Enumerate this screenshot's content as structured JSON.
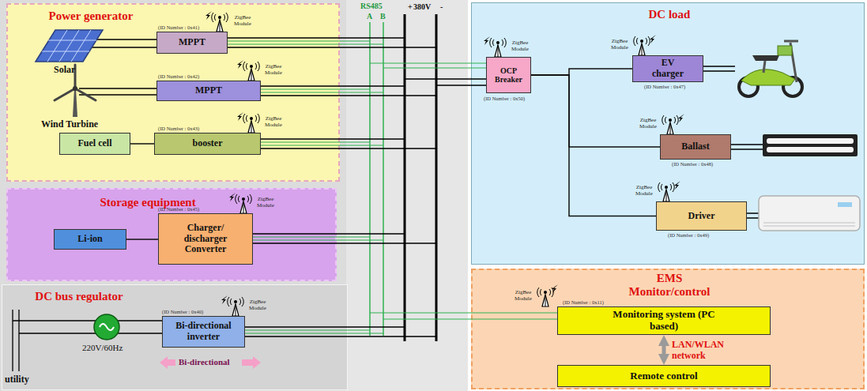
{
  "diagram": {
    "nodes": [
      {
        "text": [
          "Power generator"
        ]
      },
      {
        "text": [
          "MPPT"
        ],
        "in": 0
      },
      {
        "text": [
          "MPPT"
        ],
        "in": 0
      },
      {
        "text": [
          "Fuel cell"
        ],
        "in": 0
      },
      {
        "text": [
          "booster"
        ],
        "in": 0
      },
      {
        "text": [
          "Storage equipment"
        ]
      },
      {
        "text": [
          "Li-ion"
        ],
        "in": 5
      },
      {
        "text": [
          "Charger/ discharger Converter"
        ],
        "in": 5
      },
      {
        "text": [
          "DC bus regulator"
        ]
      },
      {
        "text": [
          "Bi-directional inverter"
        ],
        "in": 8
      },
      {
        "text": [
          "DC load"
        ]
      },
      {
        "text": [
          "OCP Breaker"
        ],
        "in": 10
      },
      {
        "text": [
          "EV charger"
        ],
        "in": 10
      },
      {
        "text": [
          "Ballast"
        ],
        "in": 10
      },
      {
        "text": [
          "Driver"
        ],
        "in": 10
      },
      {
        "text": [
          "EMS Monitor/control"
        ]
      },
      {
        "text": [
          "Monitoring system (PC based)"
        ],
        "in": 15
      },
      {
        "text": [
          "Remote control"
        ],
        "in": 15
      }
    ],
    "edges": [
      {
        "from": 3,
        "to": 4,
        "arrow": "none"
      },
      {
        "from": 6,
        "to": 7,
        "arrow": "none"
      },
      {
        "from": 11,
        "to": 12,
        "arrow": "none"
      },
      {
        "from": 11,
        "to": 13,
        "arrow": "none"
      },
      {
        "from": 11,
        "to": 14,
        "arrow": "none"
      },
      {
        "from": 16,
        "to": 17,
        "arrow": "both",
        "label": "LAN/WLAN network"
      }
    ],
    "labels": [
      "Solar",
      "Wind Turbine",
      "utility",
      "220V/60Hz",
      "Bi-directional",
      "RS485",
      "A",
      "B",
      "+",
      "380V",
      "-",
      "ZigBee Module",
      "ZigBee Module",
      "ZigBee Module",
      "ZigBee Module",
      "ZigBee Module",
      "ZigBee Module",
      "ZigBee Module",
      "ZigBee Module",
      "ZigBee Module",
      "ZigBee Module",
      "(ID Number : 0x41)",
      "(ID Number : 0x42)",
      "(ID Number : 0x43)",
      "(ID Number : 0x45)",
      "(ID Number : 0x40)",
      "(ID Number : 0x50)",
      "(ID Number : 0x47)",
      "(ID Number : 0x48)",
      "(ID Number : 0x49)",
      "(ID Number : 0x11)"
    ]
  }
}
